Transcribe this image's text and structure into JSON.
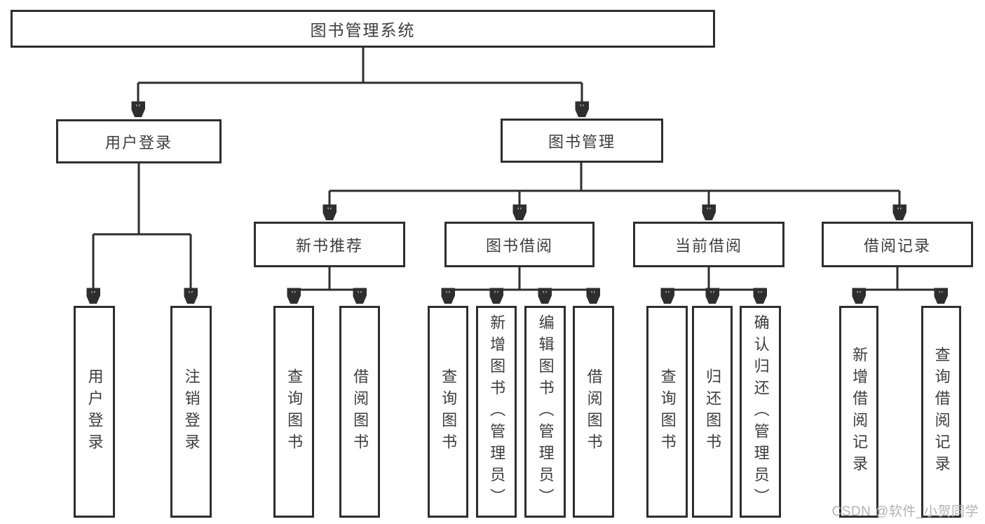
{
  "tree": {
    "root": {
      "label": "图书管理系统"
    },
    "level2": [
      {
        "label": "用户登录"
      },
      {
        "label": "图书管理"
      }
    ],
    "level3": [
      {
        "label": "新书推荐"
      },
      {
        "label": "图书借阅"
      },
      {
        "label": "当前借阅"
      },
      {
        "label": "借阅记录"
      }
    ],
    "leaves": {
      "user_login": [
        "用户登录",
        "注销登录"
      ],
      "new_book": [
        "查询图书",
        "借阅图书"
      ],
      "book_borrow": [
        "查询图书",
        "新增图书（管理员）",
        "编辑图书（管理员）",
        "借阅图书"
      ],
      "current_borrow": [
        "查询图书",
        "归还图书",
        "确认归还（管理员）"
      ],
      "borrow_record": [
        "新增借阅记录",
        "查询借阅记录"
      ]
    }
  },
  "watermark": "CSDN @软件_小贺同学",
  "colors": {
    "line": "#2e2e2e",
    "text": "#3d3d3d",
    "watermark": "#b3b3b3",
    "background": "#ffffff"
  }
}
